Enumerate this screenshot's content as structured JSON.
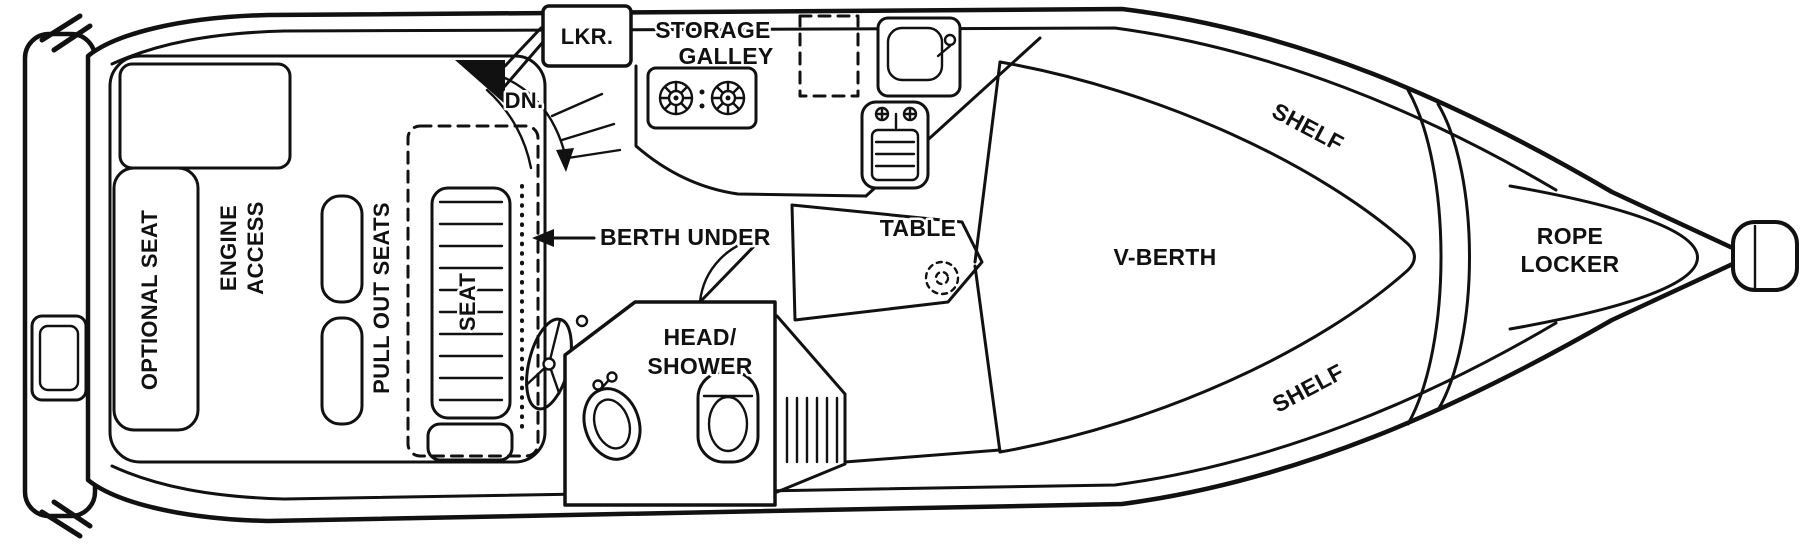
{
  "diagram": {
    "kind": "boat-floor-plan-line-drawing",
    "colors": {
      "ink": "#111111",
      "paper": "#ffffff"
    }
  },
  "labels": {
    "lkr": "LKR.",
    "storage": "STORAGE",
    "galley": "GALLEY",
    "dn": "DN.",
    "optional_seat": "OPTIONAL SEAT",
    "engine": "ENGINE",
    "access": "ACCESS",
    "pull_out_seats": "PULL OUT SEATS",
    "seat": "SEAT",
    "berth_under": "BERTH UNDER",
    "head": "HEAD/",
    "shower": "SHOWER",
    "table": "TABLE",
    "v_berth": "V-BERTH",
    "shelf_top": "SHELF",
    "shelf_bottom": "SHELF",
    "rope": "ROPE",
    "locker": "LOCKER"
  }
}
